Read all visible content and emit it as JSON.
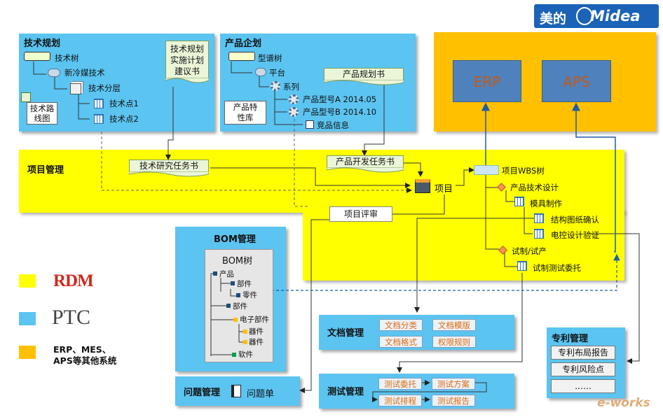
{
  "logo": {
    "cn": "美的",
    "en": "Midea"
  },
  "tech_plan": {
    "title": "技术规划",
    "tree": [
      "技术树",
      "新冷媒技术",
      "技术分层",
      "技术点1",
      "技术点2"
    ],
    "roadmap": "技术路线图",
    "doc": "技术规划实施计划建议书"
  },
  "product_plan": {
    "title": "产品企划",
    "tree": [
      "型谱树",
      "平台",
      "系列",
      "产品型号A  2014.05",
      "产品型号B  2014.10",
      "竞品信息"
    ],
    "feature_lib": "产品特性库",
    "doc": "产品规划书"
  },
  "systems": {
    "erp": "ERP",
    "aps": "APS"
  },
  "project": {
    "title": "项目管理",
    "tech_task": "技术研究任务书",
    "dev_task": "产品开发任务书",
    "project_label": "项目",
    "review": "项目评审",
    "wbs": {
      "root": "项目WBS树",
      "items": [
        "产品技术设计",
        "模具制作",
        "结构图纸确认",
        "电控设计验证",
        "试制/试产",
        "试制测试委托"
      ]
    }
  },
  "bom": {
    "title": "BOM管理",
    "tree_title": "BOM树",
    "nodes": [
      "产品",
      "部件",
      "零件",
      "部件",
      "电子部件",
      "器件",
      "器件",
      "软件"
    ]
  },
  "issue": {
    "title": "问题管理",
    "item": "问题单"
  },
  "docs": {
    "title": "文档管理",
    "cells": [
      "文档分类",
      "文档模版",
      "文档格式",
      "权限规则"
    ]
  },
  "tests": {
    "title": "测试管理",
    "cells": [
      "测试委托",
      "测试方案",
      "测试排程",
      "测试报告"
    ]
  },
  "patent": {
    "title": "专利管理",
    "items": [
      "专利布局报告",
      "专利风险点",
      "……"
    ]
  },
  "legend": {
    "rdm": "RDM",
    "ptc": "PTC",
    "other": "ERP、MES、APS等其他系统"
  },
  "watermark": "e-works",
  "colors": {
    "rdm": "#ffff00",
    "ptc": "#5bc4f1",
    "other": "#ffc000",
    "brand": "#1f5ea8"
  }
}
